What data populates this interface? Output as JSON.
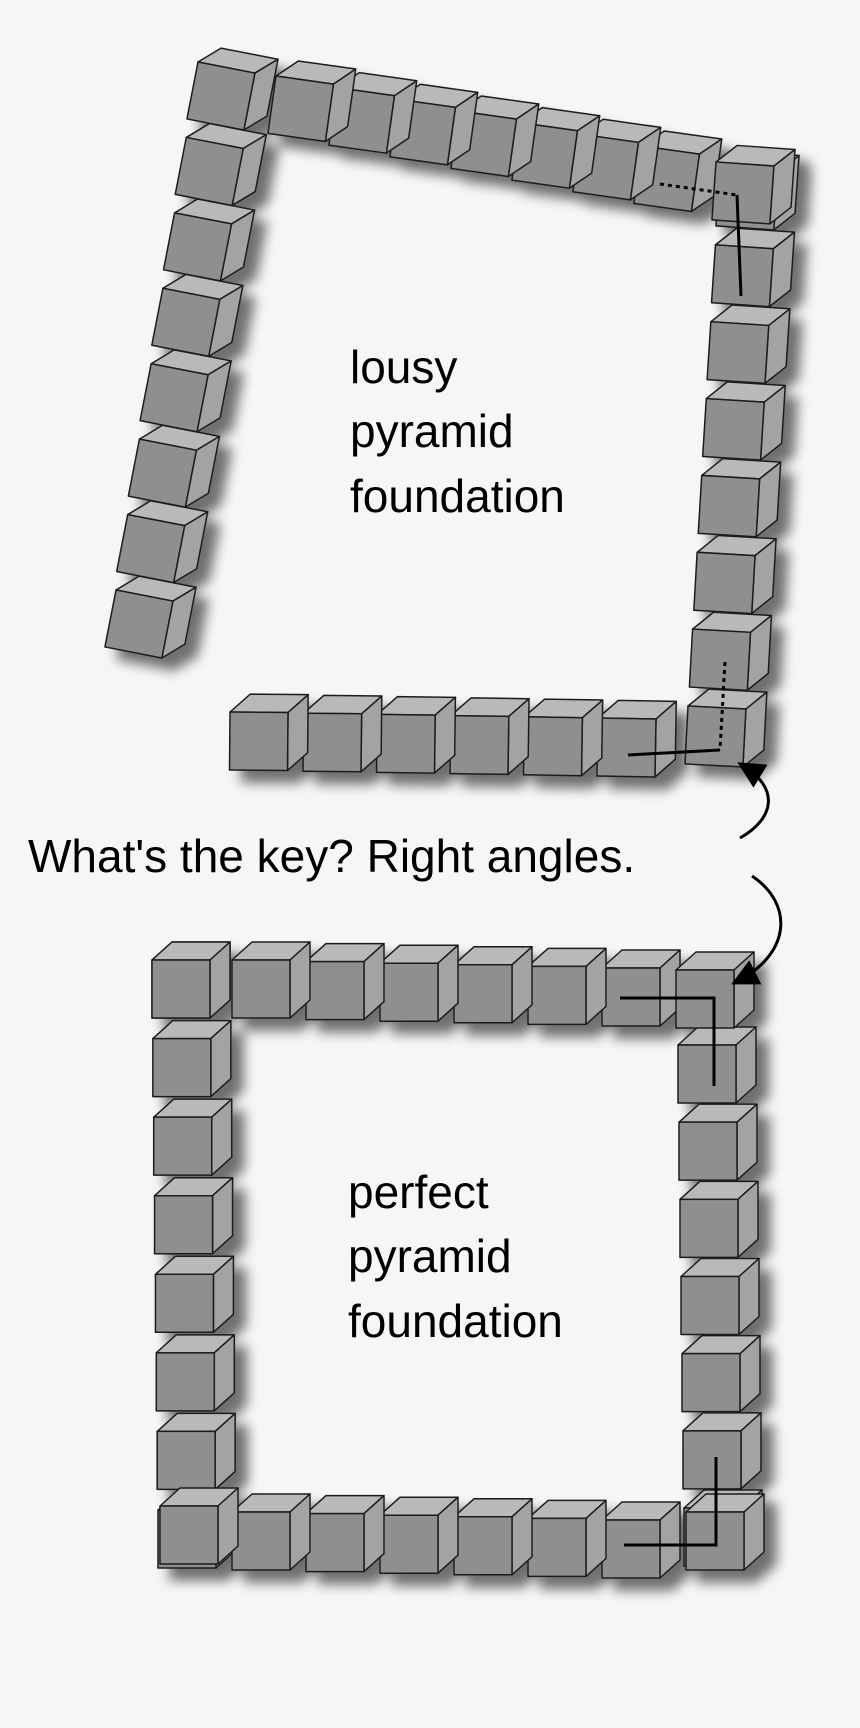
{
  "labels": {
    "lousy_line1": "lousy",
    "lousy_line2": "pyramid",
    "lousy_line3": "foundation",
    "caption": "What's the key? Right angles.",
    "perfect_line1": "perfect",
    "perfect_line2": "pyramid",
    "perfect_line3": "foundation"
  },
  "colors": {
    "background": "#f6f6f6",
    "block_front": "#8f8f8f",
    "block_top": "#b9b9b9",
    "block_side": "#a3a3a3",
    "outline": "#1e1e1e",
    "text": "#000000"
  },
  "icons": {
    "blocks": "cube-block-icon",
    "arrows": "curved-arrow-icon",
    "corner_markers": "right-angle-marker-icon"
  }
}
